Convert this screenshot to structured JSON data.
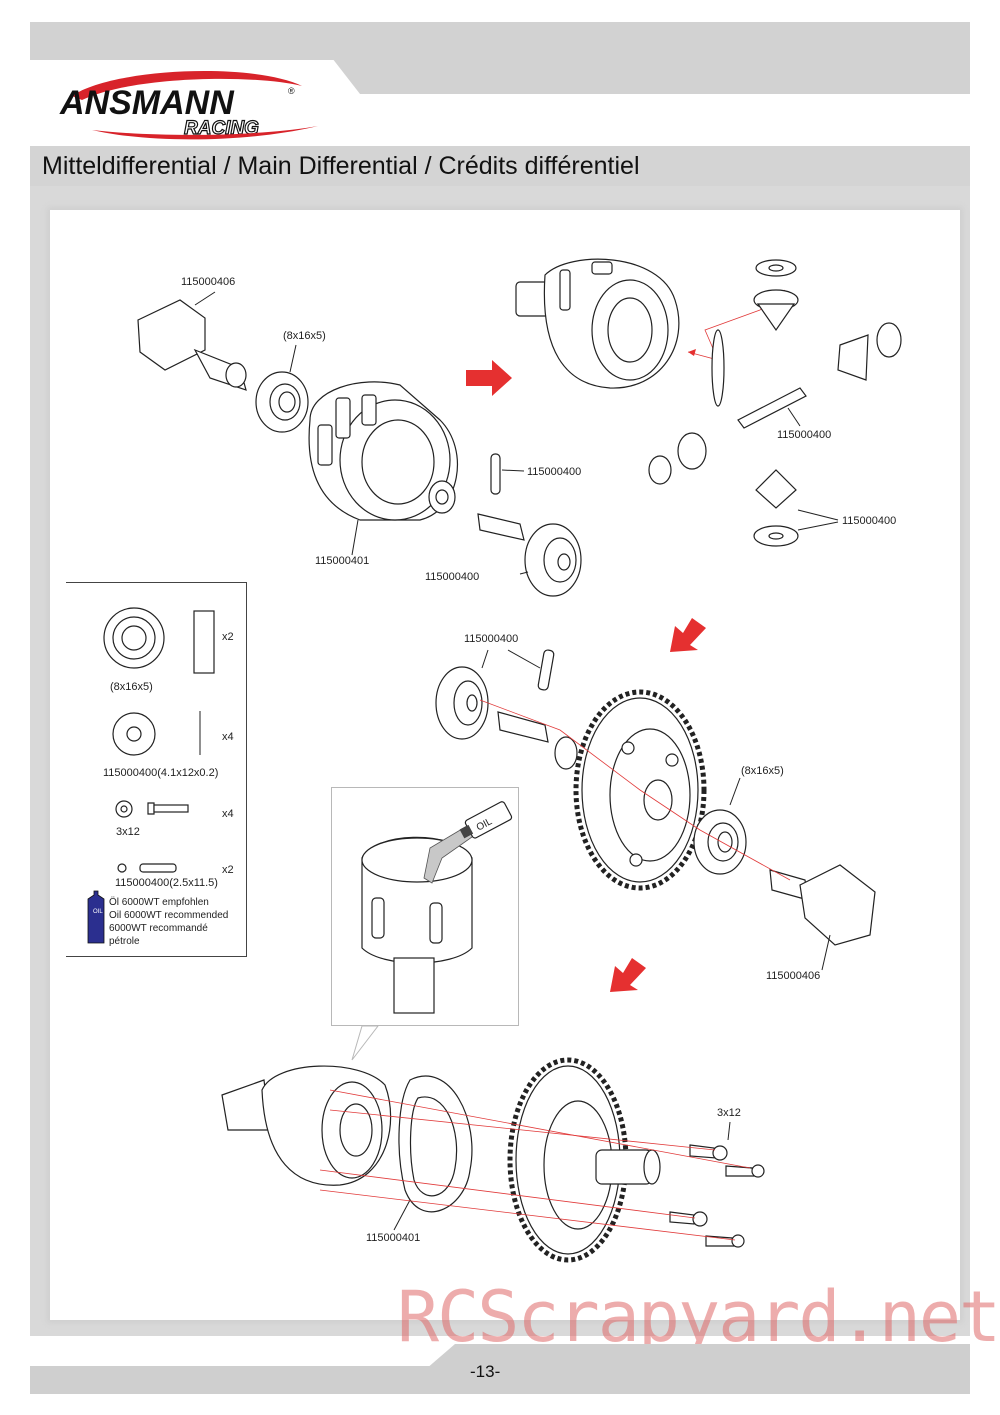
{
  "header": {
    "brand": "ANSMANN",
    "brand_sub": "RACING",
    "registered": "®"
  },
  "title": "Mitteldifferential / Main Differential / Crédits différentiel",
  "labels": {
    "cup_top": "115000406",
    "bearing_top": "(8x16x5)",
    "pin_mid": "115000400",
    "case_bottom": "115000401",
    "gear_bottom": "115000400",
    "shaft_right": "115000400",
    "gears_right": "115000400",
    "pins_center": "115000400",
    "bearing_right": "(8x16x5)",
    "cup_right": "115000406",
    "screws": "3x12",
    "gasket": "115000401"
  },
  "legend": {
    "items": [
      {
        "name": "(8x16x5)",
        "qty": "x2"
      },
      {
        "name": "115000400(4.1x12x0.2)",
        "qty": "x4"
      },
      {
        "name": "3x12",
        "qty": "x4"
      },
      {
        "name": "115000400(2.5x11.5)",
        "qty": "x2"
      }
    ],
    "oil_lines": [
      "Öl 6000WT empfohlen",
      "Oil 6000WT recommended",
      "6000WT recommandé",
      "pétrole"
    ],
    "oil_bottle_text": "OIL"
  },
  "oil_callout": "OIL",
  "watermark": "RCScrapyard.net",
  "page_number": "-13-",
  "colors": {
    "band": "#d2d2d2",
    "arrow_red": "#e53030",
    "logo_red": "#d8232a"
  }
}
